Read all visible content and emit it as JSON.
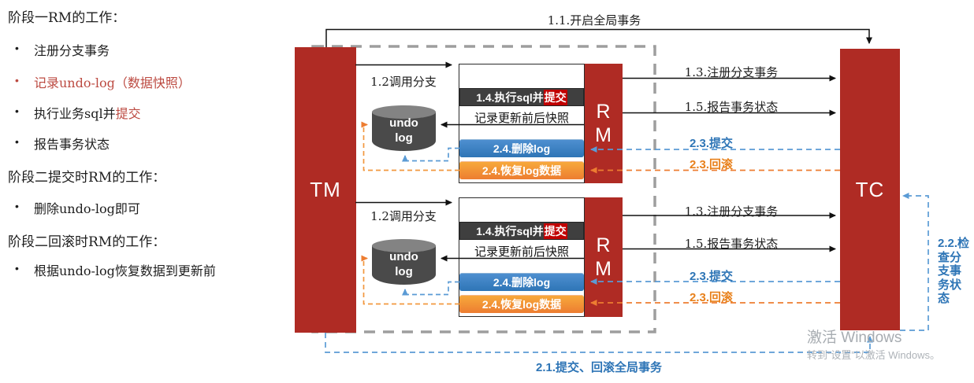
{
  "notes": {
    "h1": "阶段一RM的工作：",
    "b1": "注册分支事务",
    "b2": "记录undo-log（数据快照）",
    "b3_black": "执行业务sql并",
    "b3_red": "提交",
    "b4": "报告事务状态",
    "h2": "阶段二提交时RM的工作：",
    "b5": "删除undo-log即可",
    "h3": "阶段二回滚时RM的工作：",
    "b6": "根据undo-log恢复数据到更新前",
    "bullet_char": "•"
  },
  "diagram": {
    "tm_label": "TM",
    "tc_label": "TC",
    "rm_letter_1": "R",
    "rm_letter_2": "M",
    "undo_line_1": "undo",
    "undo_line_2": "log",
    "label_1_1": "1.1.开启全局事务",
    "label_1_2": "1.2调用分支",
    "label_1_3": "1.3.注册分支事务",
    "label_1_5": "1.5.报告事务状态",
    "label_2_3_commit": "2.3.提交",
    "label_2_3_rollback": "2.3.回滚",
    "label_2_1": "2.1.提交、回滚全局事务",
    "label_2_2": "2.2.检查分支事务状态",
    "step_1_4_prefix": "1.4.执行sql并",
    "step_1_4_commit": "提交",
    "snapshot_label": "记录更新前后快照",
    "step_2_4_delete": "2.4.删除log",
    "step_2_4_restore": "2.4.恢复log数据"
  },
  "watermark": {
    "line1": "激活 Windows",
    "line2": "转到“设置”以激活 Windows。"
  },
  "colors": {
    "node_red": "#AF2B24",
    "highlight_red": "#C00000",
    "bar_blue": "#2E75B6",
    "bar_orange": "#ED7D31",
    "note_red": "#BC4A41",
    "dashed_gray": "#9E9E9E"
  }
}
